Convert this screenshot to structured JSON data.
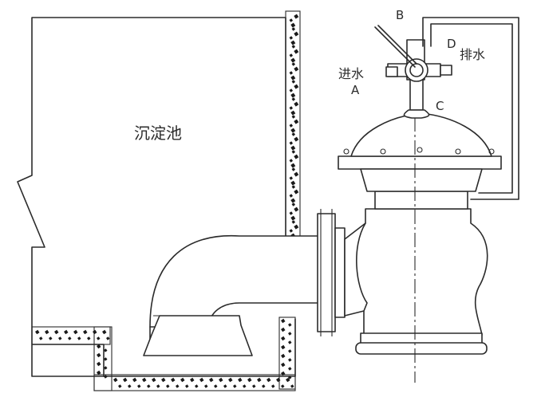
{
  "labels": {
    "tank": "沉淀池",
    "port_b": "B",
    "port_d": "D",
    "port_c": "C",
    "inlet": "进水",
    "inlet_port": "A",
    "drain": "排水"
  },
  "colors": {
    "line": "#2b2b2b",
    "background": "#ffffff",
    "gravel": "#1a1a1a"
  }
}
